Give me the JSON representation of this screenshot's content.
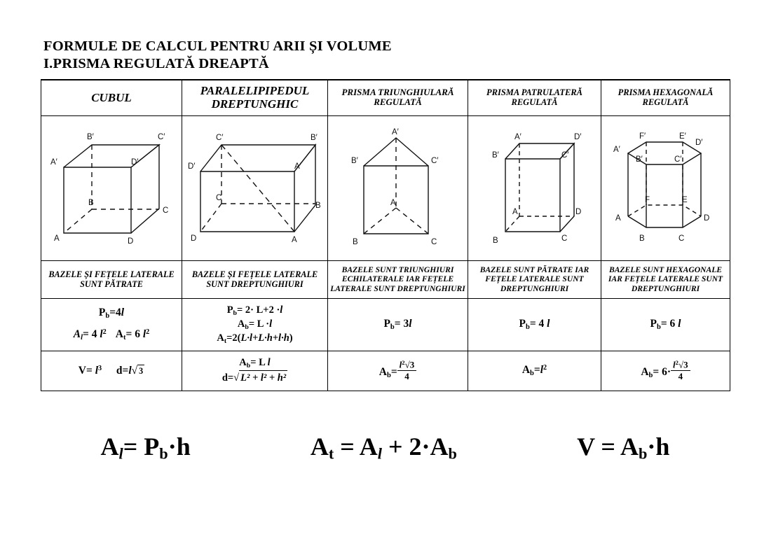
{
  "document": {
    "title_line1": "FORMULE DE CALCUL PENTRU ARII ȘI VOLUME",
    "title_line2": "I.PRISMA REGULATĂ DREAPTĂ"
  },
  "table": {
    "headers": [
      "CUBUL",
      "PARALELIPIPEDUL DREPTUNGHIC",
      "PRISMA TRIUNGHIULARĂ REGULATĂ",
      "PRISMA PATRULATERĂ REGULATĂ",
      "PRISMA HEXAGONALĂ REGULATĂ"
    ],
    "figures": [
      {
        "name": "cube",
        "vertices": [
          "A",
          "B",
          "C",
          "D",
          "A'",
          "B'",
          "C'",
          "D'"
        ]
      },
      {
        "name": "rectangular-parallelepiped",
        "vertices": [
          "A",
          "B",
          "C",
          "D",
          "A'",
          "B'",
          "C'",
          "D'"
        ]
      },
      {
        "name": "triangular-prism",
        "vertices": [
          "A",
          "B",
          "C",
          "A'",
          "B'",
          "C'"
        ]
      },
      {
        "name": "square-prism",
        "vertices": [
          "A",
          "B",
          "C",
          "D",
          "A'",
          "B'",
          "C'",
          "D'"
        ]
      },
      {
        "name": "hexagonal-prism",
        "vertices": [
          "A",
          "B",
          "C",
          "D",
          "E",
          "F",
          "A'",
          "B'",
          "C'",
          "D'",
          "E'",
          "F'"
        ]
      }
    ],
    "descriptions": [
      "BAZELE ȘI FEȚELE LATERALE SUNT PĂTRATE",
      "BAZELE ȘI FEȚELE LATERALE SUNT DREPTUNGHIURI",
      "BAZELE SUNT TRIUNGHIURI ECHILATERALE IAR FEȚELE LATERALE SUNT DREPTUNGHIURI",
      "BAZELE SUNT PĂTRATE IAR FEȚELE LATERALE SUNT DREPTUNGHIURI",
      "BAZELE SUNT HEXAGONALE IAR FEȚELE LATERALE SUNT DREPTUNGHIURI"
    ],
    "formulas_row1": {
      "cub": {
        "line1": "P",
        "line1_sub": "b",
        "line1_rest": "=4",
        "line1_var": "l",
        "line2_a": "A",
        "line2_a_sub": "l",
        "line2_a_rest": "= 4 ",
        "line2_a_var": "l",
        "line2_a_pow": "2",
        "line2_b": "A",
        "line2_b_sub": "t",
        "line2_b_rest": "= 6 ",
        "line2_b_var": "l",
        "line2_b_pow": "2"
      },
      "paralelipiped": {
        "l1_sym": "P",
        "l1_sub": "b",
        "l1_rest": "= 2· L+2 ·",
        "l1_var": "l",
        "l2_sym": "A",
        "l2_sub": "b",
        "l2_rest": "= L ·",
        "l2_var": "l",
        "l3_sym": "A",
        "l3_sub": "t",
        "l3_rest": "=2(",
        "l3_expr": "L·l+L·h+l·h",
        "l3_close": ")"
      },
      "triunghiulara": {
        "sym": "P",
        "sub": "b",
        "rest": "= 3",
        "var": "l"
      },
      "patrulatera": {
        "sym": "P",
        "sub": "b",
        "rest": "= 4 ",
        "var": "l"
      },
      "hexagonala": {
        "sym": "P",
        "sub": "b",
        "rest": "= 6 ",
        "var": "l"
      }
    },
    "formulas_row2": {
      "cub": {
        "v_sym": "V",
        "v_rest": "= ",
        "v_var": "l",
        "v_pow": "3",
        "d_sym": "d",
        "d_rest": "=",
        "d_var": "l",
        "d_radicand": "3"
      },
      "paralelipiped": {
        "l1_sym": "A",
        "l1_sub": "b",
        "l1_rest": "= L ",
        "l1_var": "l",
        "l2_sym": "d",
        "l2_rest": "=",
        "l2_radicand": "L² + l² + h²"
      },
      "triunghiulara": {
        "sym": "A",
        "sub": "b",
        "rest": "=",
        "num_var": "l",
        "num_pow": "2",
        "num_rad": "3",
        "den": "4"
      },
      "patrulatera": {
        "sym": "A",
        "sub": "b",
        "rest": "=",
        "var": "l",
        "pow": "2"
      },
      "hexagonala": {
        "sym": "A",
        "sub": "b",
        "rest": "= 6·",
        "num_var": "l",
        "num_pow": "2",
        "num_rad": "3",
        "den": "4"
      }
    }
  },
  "bottom_formulas": [
    {
      "id": "lateral-area",
      "sym": "A",
      "sub": "l",
      "eq": "= P",
      "sub2": "b",
      "tail": "·h"
    },
    {
      "id": "total-area",
      "sym": "A",
      "sub": "t",
      "eq": " = A",
      "sub2": "l",
      "mid": " + 2·A",
      "sub3": "b"
    },
    {
      "id": "volume",
      "sym": "V",
      "eq": " = A",
      "sub2": "b",
      "tail": "·h"
    }
  ]
}
